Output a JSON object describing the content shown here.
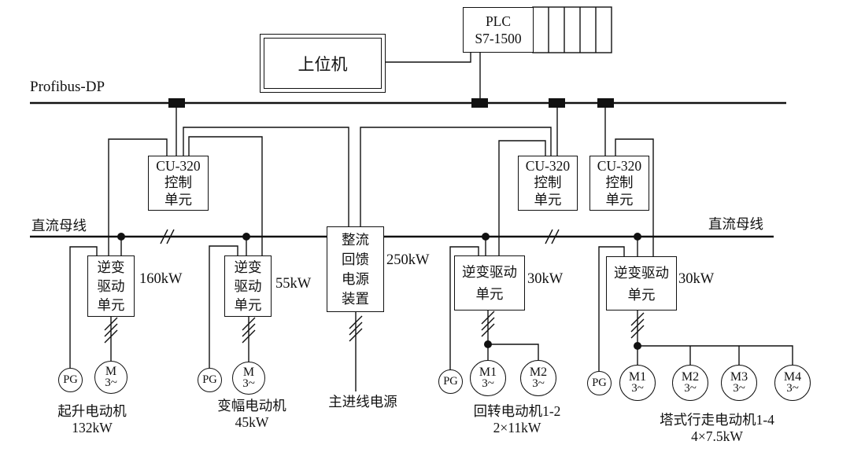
{
  "diagram_title": "Tower crane Sinamics drive system diagram",
  "colors": {
    "line": "#111111",
    "background": "#ffffff"
  },
  "buses": {
    "profibus": {
      "label": "Profibus-DP"
    },
    "dc_left": {
      "label": "直流母线"
    },
    "dc_right": {
      "label": "直流母线"
    }
  },
  "plc": {
    "label": "PLC\nS7-1500"
  },
  "host": {
    "label": "上位机"
  },
  "control_units": [
    {
      "label": "CU-320\n控制\n单元"
    },
    {
      "label": "CU-320\n控制\n单元"
    },
    {
      "label": "CU-320\n控制\n单元"
    }
  ],
  "rectifier": {
    "label": "整流\n回馈\n电源\n装置",
    "power": "250kW",
    "source_label": "主进线电源"
  },
  "drives": [
    {
      "unit_label": "逆变\n驱动\n单元",
      "power": "160kW",
      "pg_label": "PG",
      "motors": [
        {
          "name": "M",
          "phase": "3~"
        }
      ],
      "caption": "起升电动机\n132kW"
    },
    {
      "unit_label": "逆变\n驱动\n单元",
      "power": "55kW",
      "pg_label": "PG",
      "motors": [
        {
          "name": "M",
          "phase": "3~"
        }
      ],
      "caption": "变幅电动机\n45kW"
    },
    {
      "unit_label": "逆变驱动\n单元",
      "power": "30kW",
      "pg_label": "PG",
      "motors": [
        {
          "name": "M1",
          "phase": "3~"
        },
        {
          "name": "M2",
          "phase": "3~"
        }
      ],
      "caption": "回转电动机1-2\n2×11kW"
    },
    {
      "unit_label": "逆变驱动\n单元",
      "power": "30kW",
      "pg_label": "PG",
      "motors": [
        {
          "name": "M1",
          "phase": "3~"
        },
        {
          "name": "M2",
          "phase": "3~"
        },
        {
          "name": "M3",
          "phase": "3~"
        },
        {
          "name": "M4",
          "phase": "3~"
        }
      ],
      "caption": "塔式行走电动机1-4\n4×7.5kW"
    }
  ]
}
